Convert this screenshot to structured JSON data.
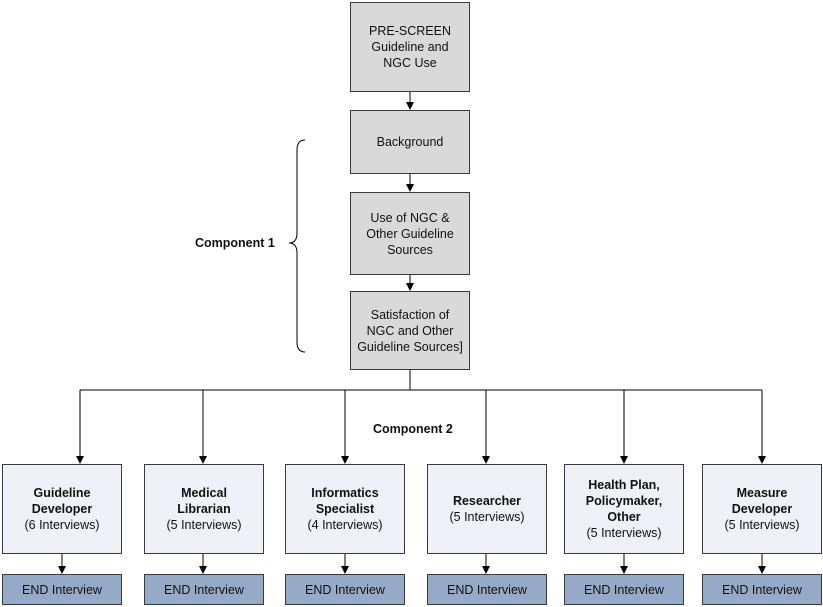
{
  "flow": {
    "prescreen": [
      "PRE-SCREEN",
      "Guideline and",
      "NGC Use"
    ],
    "background": [
      "Background"
    ],
    "use_ngc": [
      "Use of NGC &",
      "Other Guideline",
      "Sources"
    ],
    "satisfaction": [
      "Satisfaction of",
      "NGC and Other",
      "Guideline Sources]"
    ]
  },
  "components": {
    "component1": "Component 1",
    "component2": "Component 2"
  },
  "roles": [
    {
      "title": [
        "Guideline",
        "Developer"
      ],
      "interviews": "(6 Interviews)"
    },
    {
      "title": [
        "Medical",
        "Librarian"
      ],
      "interviews": "(5 Interviews)"
    },
    {
      "title": [
        "Informatics",
        "Specialist"
      ],
      "interviews": "(4 Interviews)"
    },
    {
      "title": [
        "Researcher"
      ],
      "interviews": "(5 Interviews)"
    },
    {
      "title": [
        "Health Plan,",
        "Policymaker,",
        "Other"
      ],
      "interviews": "(5 Interviews)"
    },
    {
      "title": [
        "Measure",
        "Developer"
      ],
      "interviews": "(5 Interviews)"
    }
  ],
  "end_label": "END Interview"
}
